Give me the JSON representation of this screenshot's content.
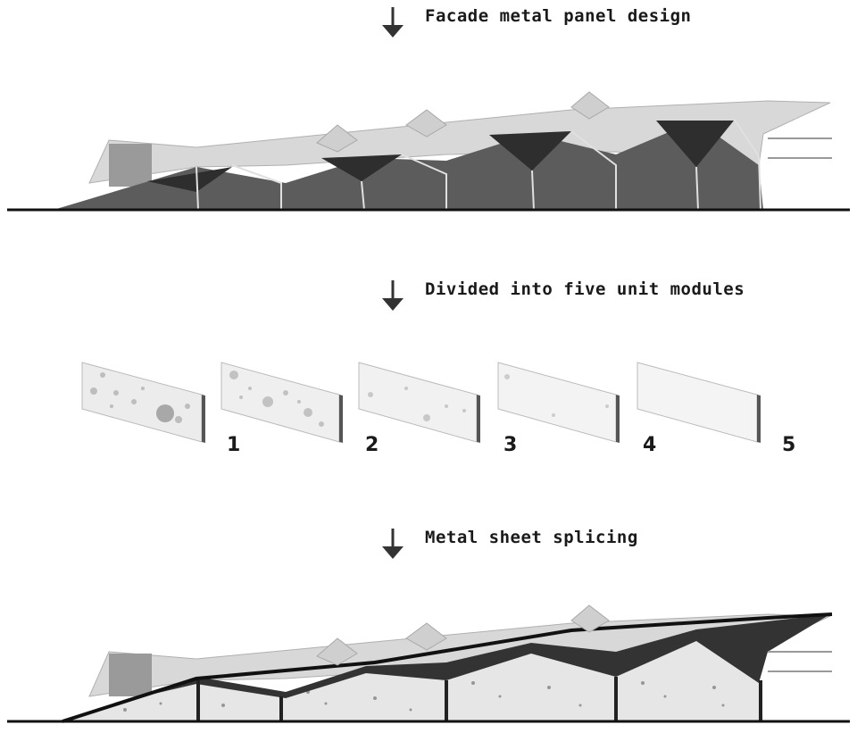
{
  "steps": [
    {
      "label": "Facade metal panel design"
    },
    {
      "label": "Divided into five unit modules"
    },
    {
      "label": "Metal sheet splicing"
    }
  ],
  "modules": [
    "1",
    "2",
    "3",
    "4",
    "5"
  ],
  "icons": {
    "step_arrow": "down-arrow-icon"
  },
  "colors": {
    "ground": "#111111",
    "wall": "#5a5a5a",
    "roof": "#c8c8c8",
    "dark_panel": "#3a3a3a"
  }
}
